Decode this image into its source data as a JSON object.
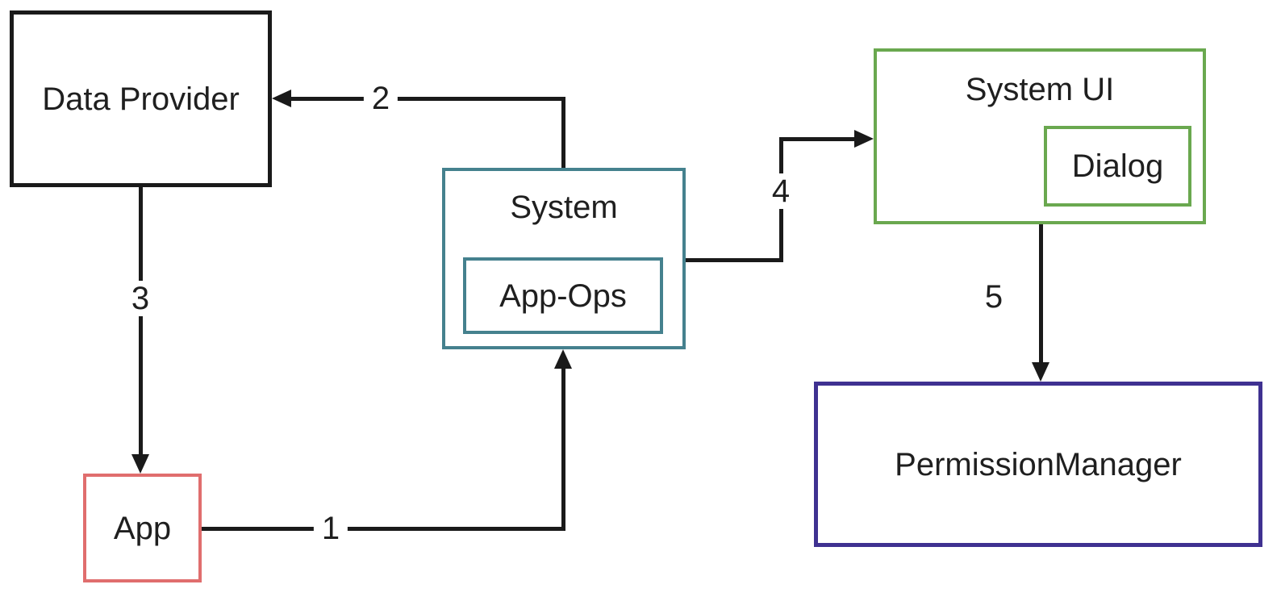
{
  "colors": {
    "background": "#ffffff",
    "line": "#1a1a1a",
    "text": "#1f1f1f"
  },
  "nodes": {
    "data_provider": {
      "label": "Data Provider",
      "border_color": "#1a1a1a"
    },
    "app": {
      "label": "App",
      "border_color": "#e06e6e"
    },
    "system": {
      "label": "System",
      "border_color": "#45818e"
    },
    "app_ops": {
      "label": "App-Ops",
      "border_color": "#45818e"
    },
    "system_ui": {
      "label": "System UI",
      "border_color": "#6aa84f"
    },
    "dialog": {
      "label": "Dialog",
      "border_color": "#6aa84f"
    },
    "permission_manager": {
      "label": "PermissionManager",
      "border_color": "#3f3191"
    }
  },
  "edges": {
    "e1": {
      "label": "1",
      "from": "App",
      "to": "System"
    },
    "e2": {
      "label": "2",
      "from": "System",
      "to": "Data Provider"
    },
    "e3": {
      "label": "3",
      "from": "Data Provider",
      "to": "App"
    },
    "e4": {
      "label": "4",
      "from": "System",
      "to": "System UI"
    },
    "e5": {
      "label": "5",
      "from": "System UI",
      "to": "PermissionManager"
    }
  }
}
